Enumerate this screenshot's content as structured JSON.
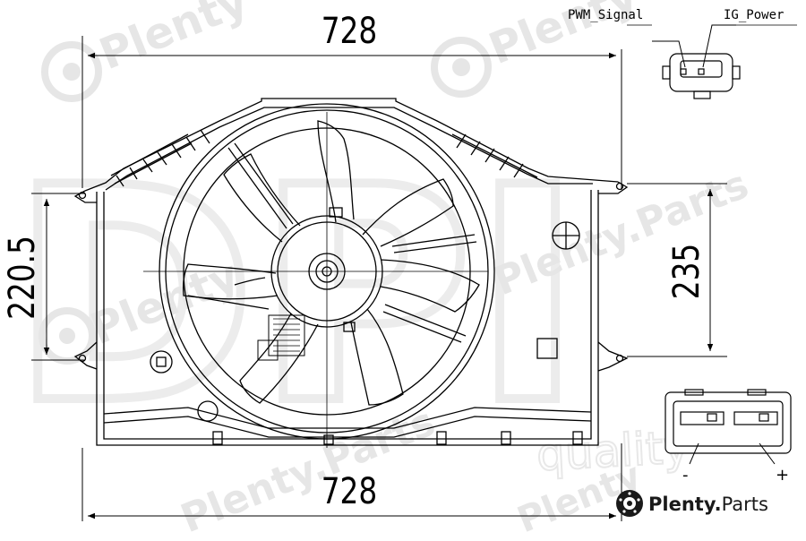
{
  "dimensions": {
    "top_width": "728",
    "bottom_width": "728",
    "left_height": "220.5",
    "right_height": "235"
  },
  "connectors": {
    "top_connector": {
      "pin_left_label": "PWM_Signal",
      "pin_right_label": "IG_Power"
    },
    "bottom_connector": {
      "minus_label": "-",
      "plus_label": "+"
    }
  },
  "watermark": {
    "brand": "Plenty",
    "brand_suffix": "Parts",
    "brand_dot": ".",
    "repeat_text": "Plenty.Parts",
    "bg_letters": "DPI",
    "bg_word": "quality"
  },
  "colors": {
    "line": "#000000",
    "watermark": "#e6e6e6",
    "logo": "#1a1a1a"
  },
  "icons": {
    "logo": "brake-disc-icon"
  }
}
